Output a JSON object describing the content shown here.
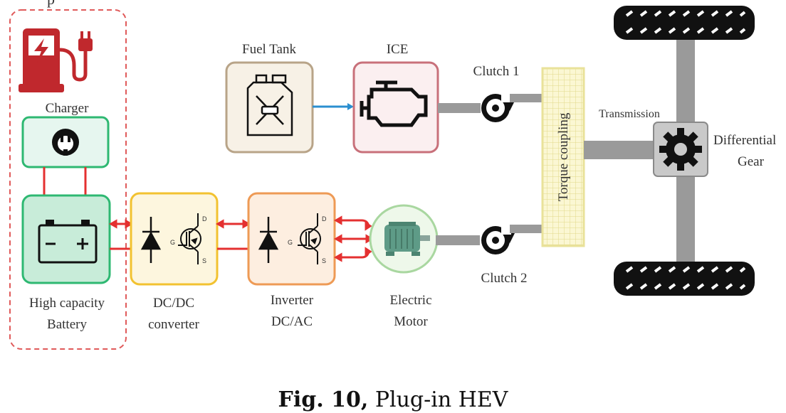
{
  "diagram": {
    "top_label_partial": "p",
    "charger": {
      "label": "Charger"
    },
    "battery": {
      "label_line1": "High capacity",
      "label_line2": "Battery"
    },
    "dcdc": {
      "label_line1": "DC/DC",
      "label_line2": "converter",
      "pin_d": "D",
      "pin_g": "G",
      "pin_s": "S"
    },
    "inverter": {
      "label_line1": "Inverter",
      "label_line2": "DC/AC",
      "pin_d": "D",
      "pin_g": "G",
      "pin_s": "S"
    },
    "motor": {
      "label_line1": "Electric",
      "label_line2": "Motor"
    },
    "fuel_tank": {
      "label": "Fuel Tank"
    },
    "ice": {
      "label": "ICE"
    },
    "clutch1": {
      "label": "Clutch 1"
    },
    "clutch2": {
      "label": "Clutch 2"
    },
    "torque_coupling": {
      "label": "Torque coupling"
    },
    "transmission": {
      "label": "Transmission"
    },
    "differential": {
      "label_line1": "Differential",
      "label_line2": "Gear"
    },
    "caption": {
      "fig": "Fig. 10,",
      "text": " Plug-in HEV"
    }
  },
  "colors": {
    "pump_red": "#c0282d",
    "charger_green": "#2eb872",
    "battery_green": "#2eb872",
    "dcdc_yellow": "#f2c230",
    "inverter_orange": "#ee9a55",
    "motor_green": "#a9d7a0",
    "fuel_tank": "#b8a488",
    "ice_red": "#c8707a",
    "torque_yellow": "#e9e29a",
    "red_wire": "#e43030",
    "blue_line": "#2b8fd0",
    "gray_shaft": "#9a9a9a"
  }
}
